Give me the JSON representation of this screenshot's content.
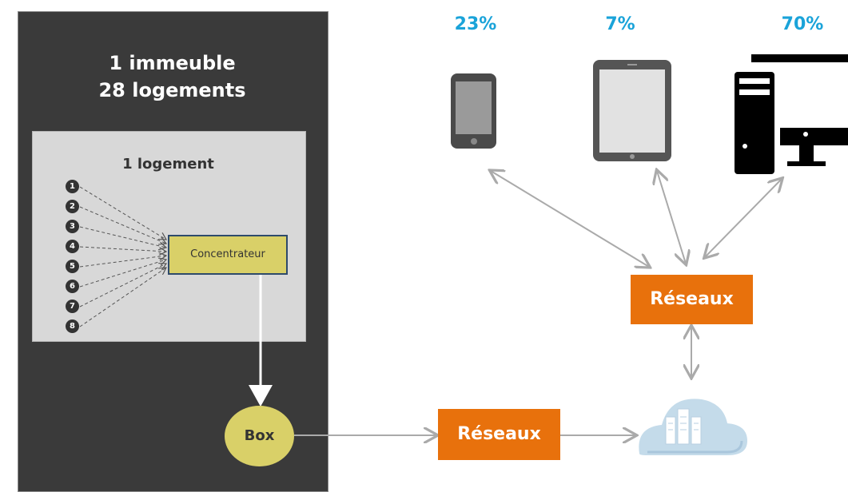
{
  "building": {
    "line1": "1 immeuble",
    "line2": "28 logements"
  },
  "dwelling": {
    "label": "1 logement",
    "sensors": [
      "1",
      "2",
      "3",
      "4",
      "5",
      "6",
      "7",
      "8"
    ]
  },
  "concentrator": "Concentrateur",
  "box": "Box",
  "networks": {
    "bottom": "Réseaux",
    "top": "Réseaux"
  },
  "devices": {
    "smartphone": {
      "percent": "23%",
      "icon": "smartphone-icon"
    },
    "tablet": {
      "percent": "7%",
      "icon": "tablet-icon"
    },
    "desktop": {
      "percent": "70%",
      "icon": "desktop-computer-icon"
    }
  },
  "cloud": {
    "icon": "cloud-server-icon"
  },
  "colors": {
    "dark_panel": "#3a3a3a",
    "accent_orange": "#e8710c",
    "accent_yellow": "#d9d068",
    "percent_blue": "#1aa3d9",
    "connector_gray": "#aaaaaa"
  }
}
